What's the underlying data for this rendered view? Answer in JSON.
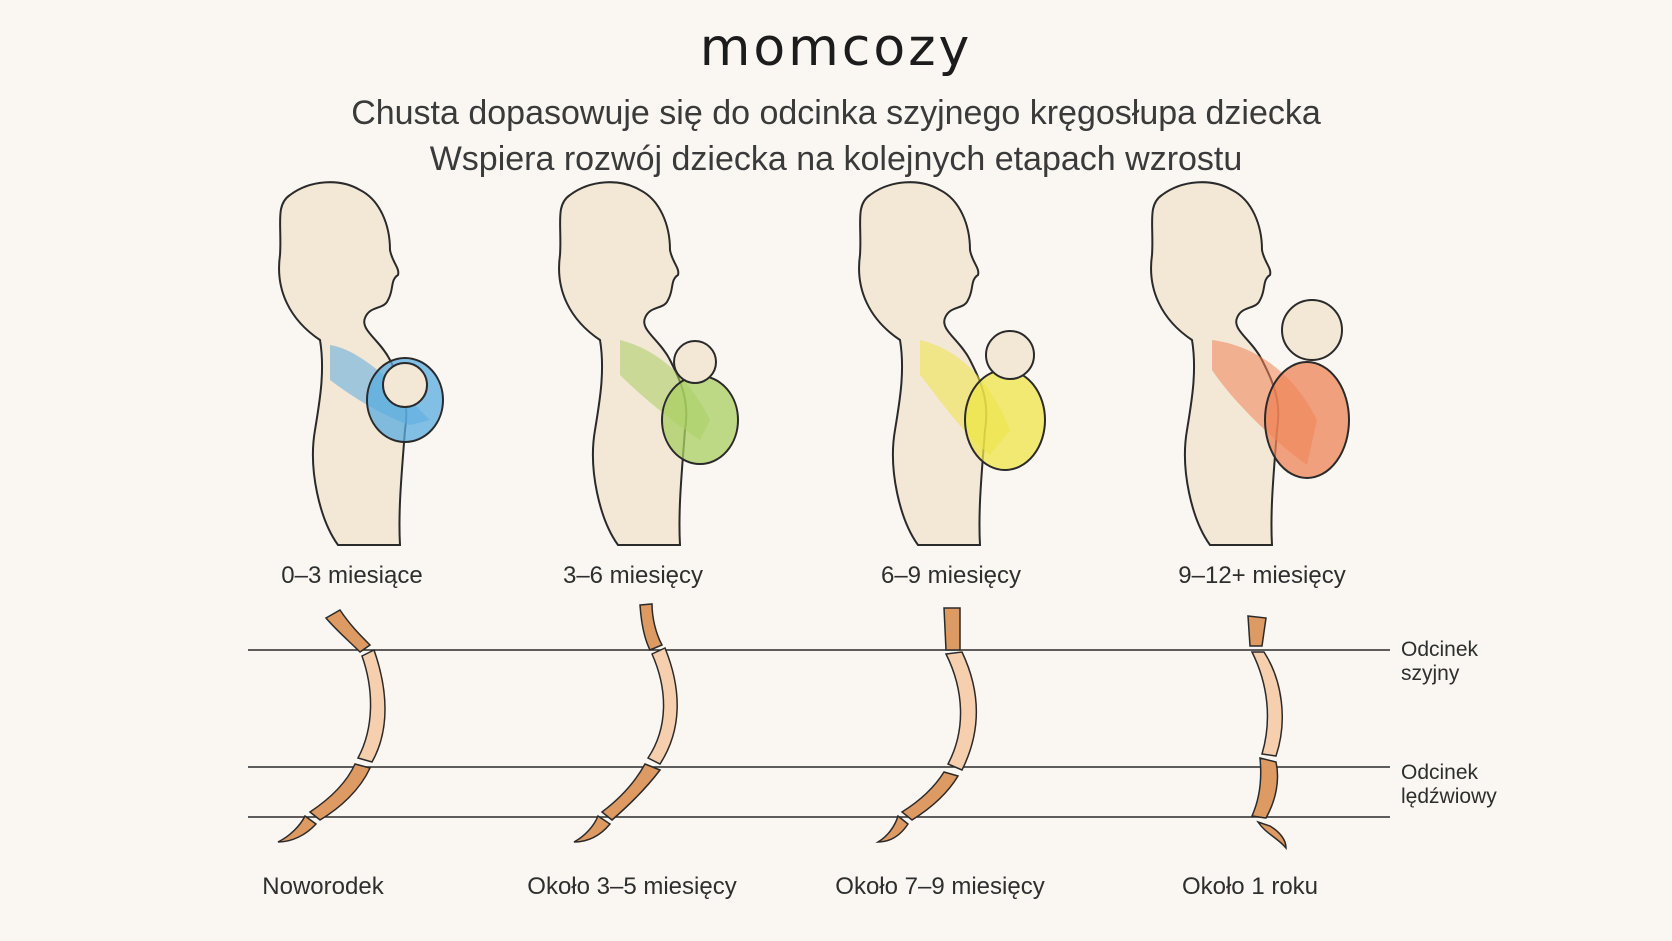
{
  "brand": "momcozy",
  "headline": {
    "line1": "Chusta dopasowuje się do odcinka szyjnego kręgosłupa dziecka",
    "line2": "Wspiera rozwój dziecka na kolejnych etapach wzrostu"
  },
  "stages": [
    {
      "age": "0–3 miesiące",
      "spine_stage": "Noworodek",
      "color": "#5aace0"
    },
    {
      "age": "3–6 miesięcy",
      "spine_stage": "Około 3–5 miesięcy",
      "color": "#a8cf62"
    },
    {
      "age": "6–9 miesięcy",
      "spine_stage": "Około 7–9 miesięcy",
      "color": "#ede447"
    },
    {
      "age": "9–12+ miesięcy",
      "spine_stage": "Około 1 roku",
      "color": "#ee8355"
    }
  ],
  "regions": {
    "cervical": {
      "line1": "Odcinek",
      "line2": "szyjny"
    },
    "lumbar": {
      "line1": "Odcinek",
      "line2": "lędźwiowy"
    }
  },
  "colors": {
    "silhouette": "#f3e7d6",
    "outline": "#2a2a2a",
    "spine_dark": "#dd9a63",
    "spine_light": "#f5cfae"
  }
}
